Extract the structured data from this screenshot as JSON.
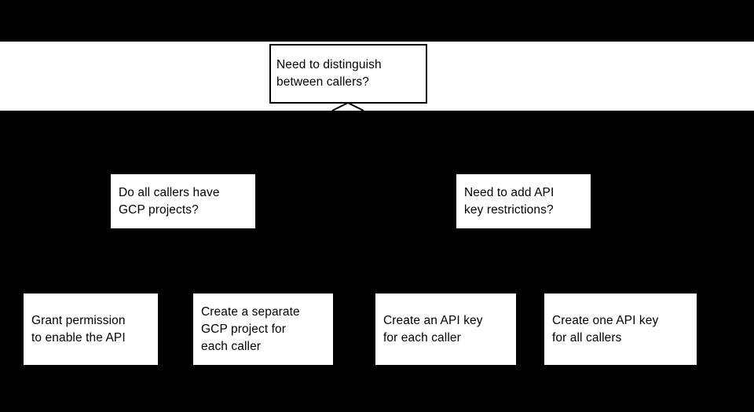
{
  "colors": {
    "page_background": "#000000",
    "band_background": "#ffffff",
    "node_fill": "#ffffff",
    "node_border": "#000000",
    "node_text": "#000000"
  },
  "flowchart": {
    "root": {
      "label": "Need to distinguish\nbetween callers?"
    },
    "branches": [
      {
        "label": "Do all callers have\nGCP projects?"
      },
      {
        "label": "Need to add API\nkey restrictions?"
      }
    ],
    "outcomes": [
      {
        "label": "Grant permission\nto enable the API"
      },
      {
        "label": "Create a separate\nGCP project for\neach caller"
      },
      {
        "label": "Create an API key\nfor each caller"
      },
      {
        "label": "Create one API key\nfor all callers"
      }
    ],
    "icons": {
      "branch_split": "downward-fork-lines"
    }
  }
}
